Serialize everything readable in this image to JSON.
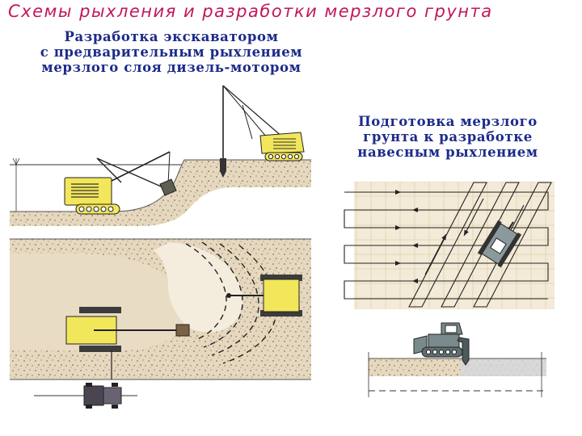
{
  "slide": {
    "title": "Схемы  рыхления  и  разработки  мерзлого  грунта"
  },
  "left_caption": {
    "lines": [
      "Разработка  экскаватором",
      "с  предварительным  рыхлением",
      "мерзлого  слоя  дизель-мотором"
    ]
  },
  "right_caption": {
    "lines": [
      "Подготовка  мерзлого",
      "грунта  к  разработке",
      "навесным  рыхлением"
    ]
  },
  "colors": {
    "title": "#c0185a",
    "caption": "#1c2b8a",
    "soil": "#e6d8bf",
    "soil_speck": "#8a7458",
    "machine_yellow": "#f2e65a",
    "rig_grey": "#7a8a8c",
    "pit_floor": "#e8dcc4"
  },
  "icons": [
    "excavator-icon",
    "diesel-hammer-rig-icon",
    "bulldozer-icon",
    "ripper-tractor-icon",
    "truck-icon"
  ]
}
